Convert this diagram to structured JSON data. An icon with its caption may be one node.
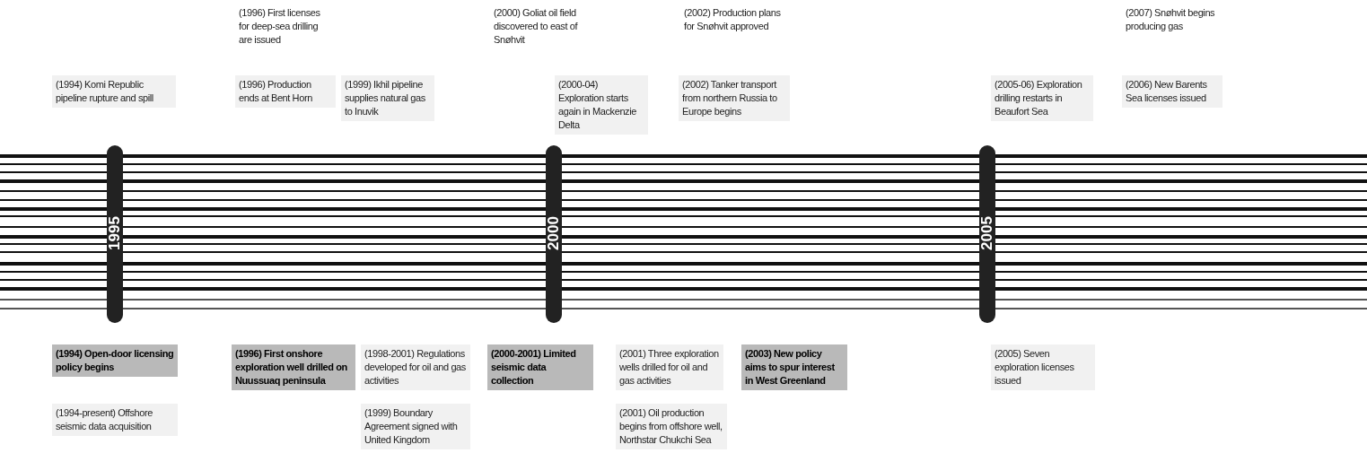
{
  "diagram": {
    "nodes": [
      {
        "text": [
          "(1996) First licenses for deep-sea drilling are issued"
        ]
      },
      {
        "text": [
          "(2000) Goliat oil field discovered to east of Snøhvit"
        ]
      },
      {
        "text": [
          "(2002) Production plans for Snøhvit approved"
        ]
      },
      {
        "text": [
          "(2007) Snøhvit begins producing gas"
        ]
      },
      {
        "text": [
          "(1994) Komi Republic pipeline rupture and spill"
        ]
      },
      {
        "text": [
          "(1996) Production ends at Bent Horn"
        ]
      },
      {
        "text": [
          "(1999) Ikhil pipeline supplies natural gas to Inuvik"
        ]
      },
      {
        "text": [
          "(2000-04) Exploration starts again in Mackenzie Delta"
        ]
      },
      {
        "text": [
          "(2002) Tanker transport from northern Russia to Europe begins"
        ]
      },
      {
        "text": [
          "(2005-06) Exploration drilling restarts in Beaufort Sea"
        ]
      },
      {
        "text": [
          "(2006) New Barents Sea licenses issued"
        ]
      },
      {
        "text": [
          "(1994) Open-door licensing policy begins"
        ]
      },
      {
        "text": [
          "(1996) First onshore exploration well drilled on Nuussuaq peninsula"
        ]
      },
      {
        "text": [
          "(1998-2001) Regulations developed for oil and gas activities"
        ]
      },
      {
        "text": [
          "(2000-2001) Limited seismic data collection"
        ]
      },
      {
        "text": [
          "(2001) Three exploration wells drilled for oil and gas activities"
        ]
      },
      {
        "text": [
          "(2003) New policy aims to spur interest in West Greenland"
        ]
      },
      {
        "text": [
          "(2005) Seven exploration licenses issued"
        ]
      },
      {
        "text": [
          "(1994-present) Offshore seismic data acquisition"
        ]
      },
      {
        "text": [
          "(1999) Boundary Agreement signed with United Kingdom"
        ]
      },
      {
        "text": [
          "(2001) Oil production begins from offshore well, Northstar Chukchi Sea"
        ]
      }
    ],
    "labels": [
      "1995",
      "2000",
      "2005"
    ]
  }
}
